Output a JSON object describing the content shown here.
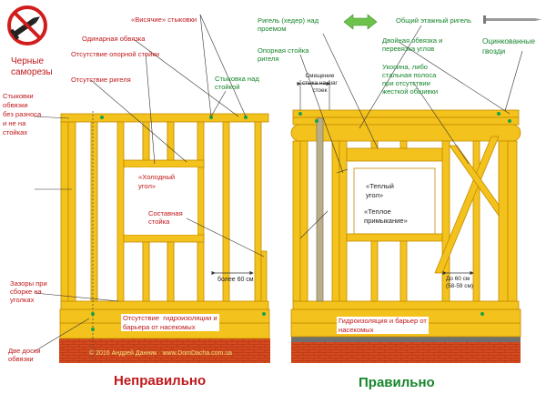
{
  "colors": {
    "timber": "#f3c21c",
    "timber_edge": "#c48a00",
    "brick": "#d5491f",
    "label_wrong": "#c0181b",
    "label_right": "#15862b",
    "membrane": "#6f6f6f"
  },
  "icons": {
    "no_screw": "prohibited-black-screw-icon",
    "nail": "galvanized-nail-icon",
    "double_arrow": "green-double-arrow-icon"
  },
  "wrong": {
    "labels": {
      "black_screws": "Черные\nсаморезы",
      "joints_without_offset": "Стыковки\nобвязки\nбез разноса\nи не на\nстойках",
      "hanging_joints": "«Висячие» стыковки",
      "single_plate": "Одинарная обвязка",
      "no_jack_stud": "Отсутствие опорной стойки",
      "no_header": "Отсутствие ригеля",
      "joint_over_stud": "Стыковка над\nстойкой",
      "cold_corner": "«Холодный\nугол»",
      "built_up_stud": "Составная\nстойка",
      "gaps_at_corners": "Зазоры при\nсборке на\nуголках",
      "two_boards_plate": "Две доски\nобвязки",
      "spacing": "более 60 см",
      "no_waterproofing": "Отсутствие  гидроизоляции и\nбарьера от насекомых"
    },
    "verdict": "Неправильно"
  },
  "right": {
    "labels": {
      "header_over_opening": "Ригель (хедер) над\nпроемом",
      "common_floor_header": "Общий этажный ригель",
      "galvanized_nails": "Оцинкованные\nгвозди",
      "jack_stud": "Опорная стойка\nригеля",
      "double_plate": "Двойная обвязка и\nперевязка углов",
      "offset_joint": "Смещение\nстыка на шаг\nстоек",
      "brace": "Укосина, либо\nстальная полоса\nпри отсутствии\nжесткой обшивки",
      "warm_corner": "«Теплый\nугол»",
      "warm_junction": "«Теплое\nпримыкание»",
      "spacing": "До 60 см\n(58-59 см)",
      "waterproofing": "Гидроизоляция и барьер от\nнасекомых"
    },
    "verdict": "Правильно"
  },
  "copyright": "© 2016 Андрей Данник · www.DomDacha.com.ua"
}
